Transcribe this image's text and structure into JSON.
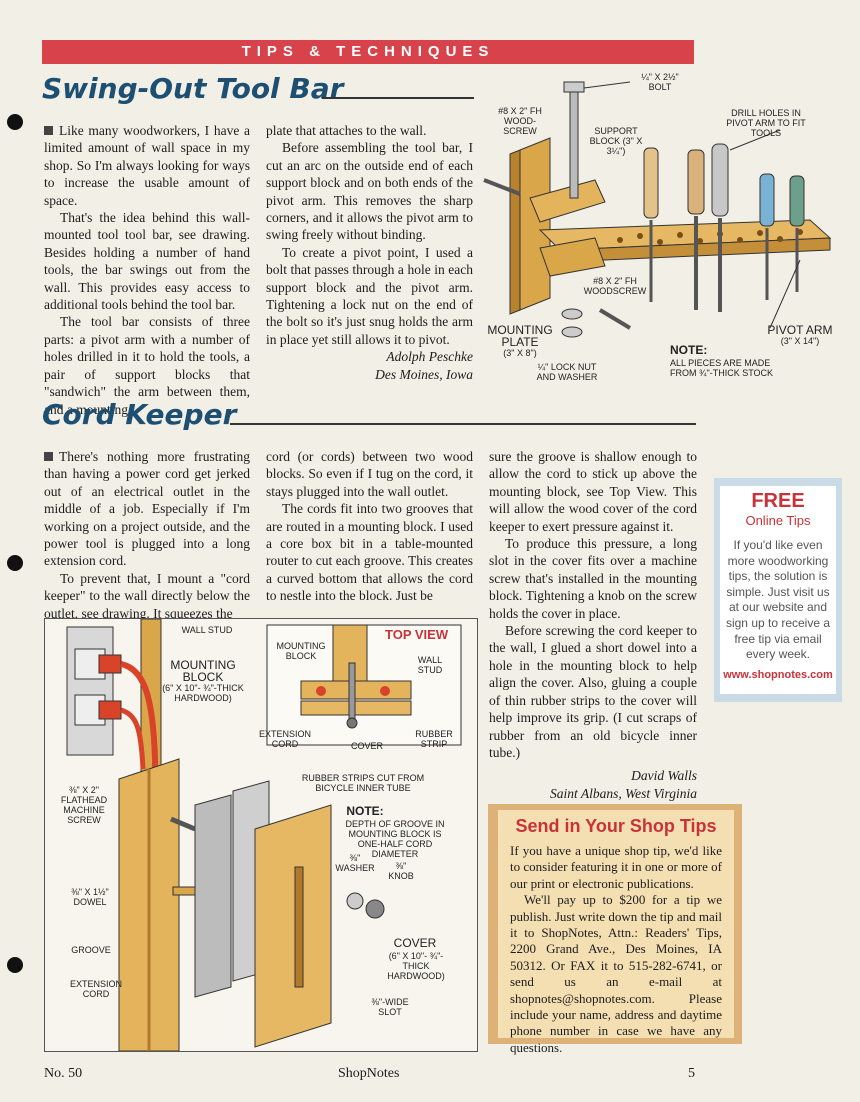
{
  "banner": {
    "title": "TIPS & TECHNIQUES"
  },
  "swing": {
    "title": "Swing-Out Tool Bar",
    "col1": [
      "Like many woodworkers, I have a limited amount of wall space in my shop. So I'm always looking for ways to increase the usable amount of space.",
      "That's the idea behind this wall-mounted tool tool bar, see drawing. Besides holding a number of hand tools, the bar swings out from the wall. This provides easy access to additional tools behind the tool bar.",
      "The tool bar consists of three parts: a pivot arm with a number of holes drilled in it to hold the tools, a pair of support blocks that \"sandwich\" the arm between them, and a mounting"
    ],
    "col2": [
      "plate that attaches to the wall.",
      "Before assembling the tool bar, I cut an arc on the outside end of each support block and on both ends of the pivot arm. This removes the sharp corners, and it allows the pivot arm to swing freely without binding.",
      "To create a pivot point, I used a bolt that passes through a hole in each support block and the pivot arm. Tightening a lock nut on the end of the bolt so it's just snug holds the arm in place yet still allows it to pivot."
    ],
    "author": "Adolph Peschke",
    "location": "Des Moines, Iowa",
    "diagram": {
      "bolt": "¼\" x 2½\" BOLT",
      "wood_screw": "#8 x 2\" Fh WOOD-SCREW",
      "support_block": "SUPPORT BLOCK (3\" x 3¼\")",
      "drill_holes": "DRILL HOLES IN PIVOT ARM TO FIT TOOLS",
      "woodscrew2": "#8 x 2\" Fh WOODSCREW",
      "mounting_plate": "MOUNTING PLATE",
      "mounting_plate_dim": "(3\" x 8\")",
      "pivot_arm": "PIVOT ARM",
      "pivot_arm_dim": "(3\" x 14\")",
      "lock_nut": "¼\" LOCK NUT AND WASHER",
      "note_title": "NOTE:",
      "note_text": "ALL PIECES ARE MADE FROM ¾\"-THICK STOCK"
    }
  },
  "cord": {
    "title": "Cord Keeper",
    "col1": [
      "There's nothing more frustrating than having a power cord get jerked out of an electrical outlet in the middle of a job. Especially if I'm working on a project outside, and the power tool is plugged into a long extension cord.",
      "To prevent that, I mount a \"cord keeper\" to the wall directly below the outlet, see drawing. It squeezes the"
    ],
    "col2": [
      "cord (or cords) between two wood blocks. So even if I tug on the cord, it stays plugged into the wall outlet.",
      "The cords fit into two grooves that are routed in a mounting block. I used a core box bit in a table-mounted router to cut each groove. This creates a curved bottom that allows the cord to nestle into the block. Just be"
    ],
    "col3": [
      "sure the groove is shallow enough to allow the cord to stick up above the mounting block, see Top View. This will allow the wood cover of the cord keeper to exert pressure against it.",
      "To produce this pressure, a long slot in the cover fits over a machine screw that's installed in the mounting block. Tightening a knob on the screw holds the cover in place.",
      "Before screwing the cord keeper to the wall, I glued a short dowel into a hole in the mounting block to help align the cover. Also, gluing a couple of thin rubber strips to the cover will help improve its grip. (I cut scraps of rubber from an old bicycle inner tube.)"
    ],
    "author": "David Walls",
    "location": "Saint Albans, West Virginia",
    "diagram": {
      "wall_stud": "WALL STUD",
      "mounting_block": "MOUNTING BLOCK",
      "mounting_block_dim": "(6\" x 10\"- ¾\"-THICK HARDWOOD)",
      "top_view": "TOP VIEW",
      "tv_mounting_block": "MOUNTING BLOCK",
      "tv_wall_stud": "WALL STUD",
      "tv_extension_cord": "EXTENSION CORD",
      "tv_cover": "COVER",
      "tv_rubber_strip": "RUBBER STRIP",
      "rubber_strips": "RUBBER STRIPS CUT FROM BICYCLE INNER TUBE",
      "machine_screw": "⅜\" x 2\" FLATHEAD MACHINE SCREW",
      "note_title": "NOTE:",
      "note_text": "DEPTH OF GROOVE IN MOUNTING BLOCK IS ONE-HALF CORD DIAMETER",
      "washer": "⅜\" WASHER",
      "knob": "⅜\" KNOB",
      "dowel": "⅜\" x 1½\" DOWEL",
      "groove": "GROOVE",
      "cover": "COVER",
      "cover_dim": "(6\" x 10\"- ¾\"-THICK HARDWOOD)",
      "extension_cord": "EXTENSION CORD",
      "slot": "⅜\"-WIDE SLOT"
    }
  },
  "free_tips": {
    "title": "FREE",
    "subtitle": "Online Tips",
    "body": "If you'd like even more woodworking tips, the solution is simple. Just visit us at our website and sign up to receive a free tip via email every week.",
    "url": "www.shopnotes.com"
  },
  "send_tips": {
    "title": "Send in Your Shop Tips",
    "p1": "If you have a unique shop tip, we'd like to consider featuring it in one or more of our print or electronic publications.",
    "p2": "We'll pay up to $200 for a tip we publish. Just write down the tip and mail it to ShopNotes, Attn.: Readers' Tips, 2200 Grand Ave., Des Moines, IA 50312. Or FAX it to 515-282-6741, or send us an e-mail at shopnotes@shopnotes.com. Please include your name, address and daytime phone number in case we have any questions."
  },
  "footer": {
    "issue": "No. 50",
    "magazine": "ShopNotes",
    "page": "5"
  },
  "colors": {
    "banner": "#d8434b",
    "headline": "#1d4f73",
    "send_title": "#c8333a",
    "free_title": "#c8333a",
    "url": "#c8333a",
    "wood": "#d9a64a",
    "cord": "#d8432a"
  }
}
